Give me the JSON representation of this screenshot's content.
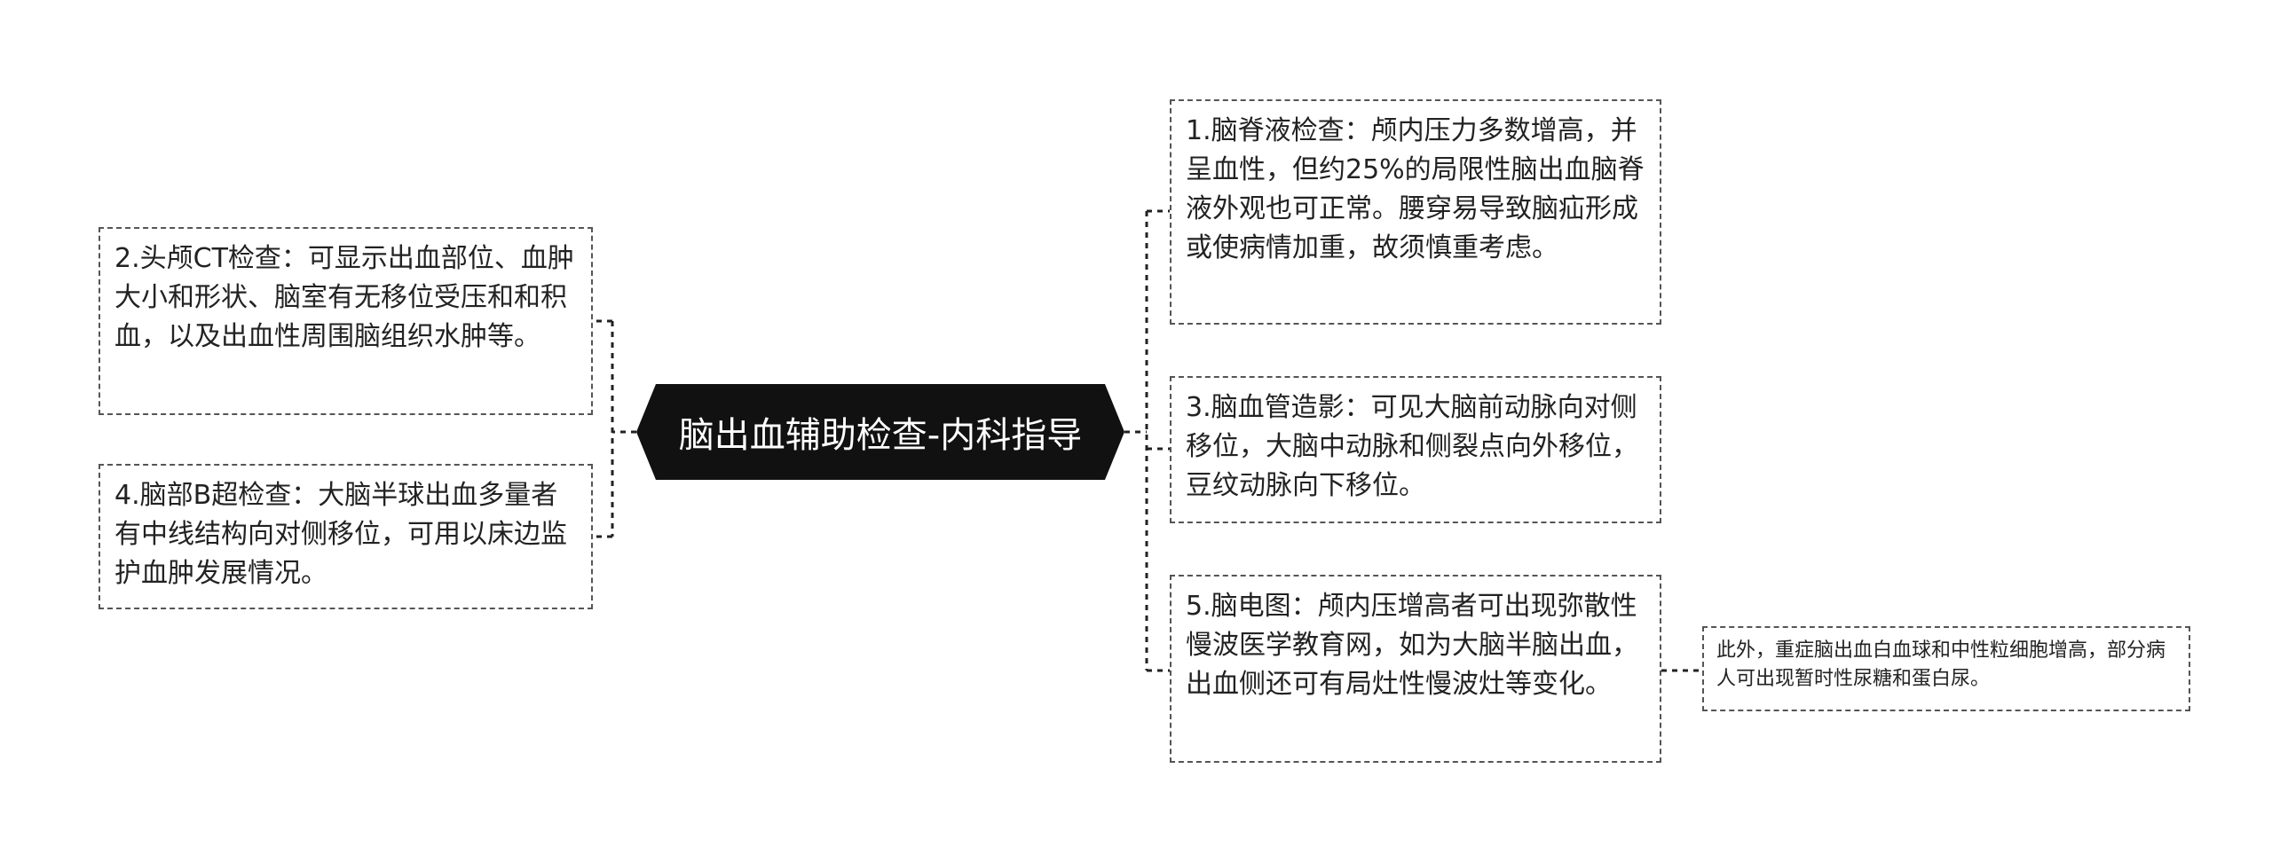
{
  "root": {
    "label": "脑出血辅助检查-内科指导",
    "fill": "#111111",
    "text_color": "#ffffff"
  },
  "branches": {
    "ct": {
      "text": "2.头颅CT检查：可显示出血部位、血肿大小和形状、脑室有无移位受压和和积血，以及出血性周围脑组织水肿等。"
    },
    "bus": {
      "text": "4.脑部B超检查：大脑半球出血多量者有中线结构向对侧移位，可用以床边监护血肿发展情况。"
    },
    "csf": {
      "text": "1.脑脊液检查：颅内压力多数增高，并呈血性，但约25%的局限性脑出血脑脊液外观也可正常。腰穿易导致脑疝形成或使病情加重，故须慎重考虑。"
    },
    "angio": {
      "text": "3.脑血管造影：可见大脑前动脉向对侧移位，大脑中动脉和侧裂点向外移位，豆纹动脉向下移位。"
    },
    "eeg": {
      "text": "5.脑电图：颅内压增高者可出现弥散性慢波医学教育网，如为大脑半脑出血，出血侧还可有局灶性慢波灶等变化。"
    },
    "eeg_note": {
      "text": "此外，重症脑出血白血球和中性粒细胞增高，部分病人可出现暂时性尿糖和蛋白尿。"
    }
  },
  "style": {
    "border_color": "#555555",
    "connector_color": "#222222",
    "text_color": "#222222"
  }
}
